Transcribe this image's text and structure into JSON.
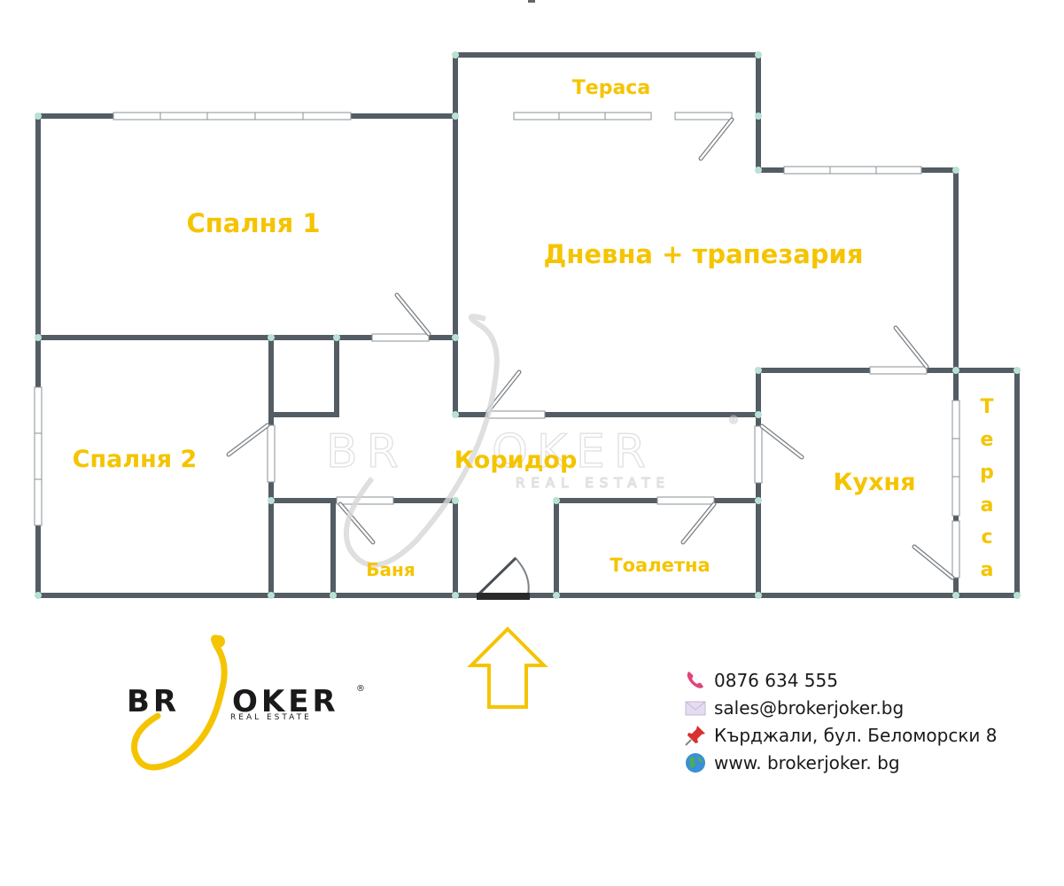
{
  "rooms": {
    "bedroom1": "Спалня 1",
    "living": "Дневна + трапезария",
    "terrace_top": "Тераса",
    "bedroom2": "Спалня 2",
    "corridor": "Коридор",
    "kitchen": "Кухня",
    "bathroom": "Баня",
    "toilet": "Тоалетна",
    "terrace_side": [
      "Т",
      "е",
      "р",
      "а",
      "с",
      "а"
    ]
  },
  "logo": {
    "brand_left": "BR",
    "brand_right": "OKER",
    "trademark": "®",
    "tagline": "REAL ESTATE",
    "color": "#f5c400"
  },
  "watermark": {
    "brand_left": "BR",
    "brand_right": "OKER",
    "tagline": "REAL ESTATE",
    "trademark": "®"
  },
  "contacts": {
    "phone": "0876 634 555",
    "phone_icon": "phone-icon",
    "email": "sales@brokerjoker.bg",
    "email_icon": "envelope-icon",
    "address": "Кърджали, бул. Беломорски 8",
    "address_icon": "pushpin-icon",
    "website": "www. brokerjoker. bg",
    "website_icon": "globe-icon"
  },
  "colors": {
    "label": "#f5c400",
    "wall": "#545c64",
    "arrow": "#f5c400"
  }
}
